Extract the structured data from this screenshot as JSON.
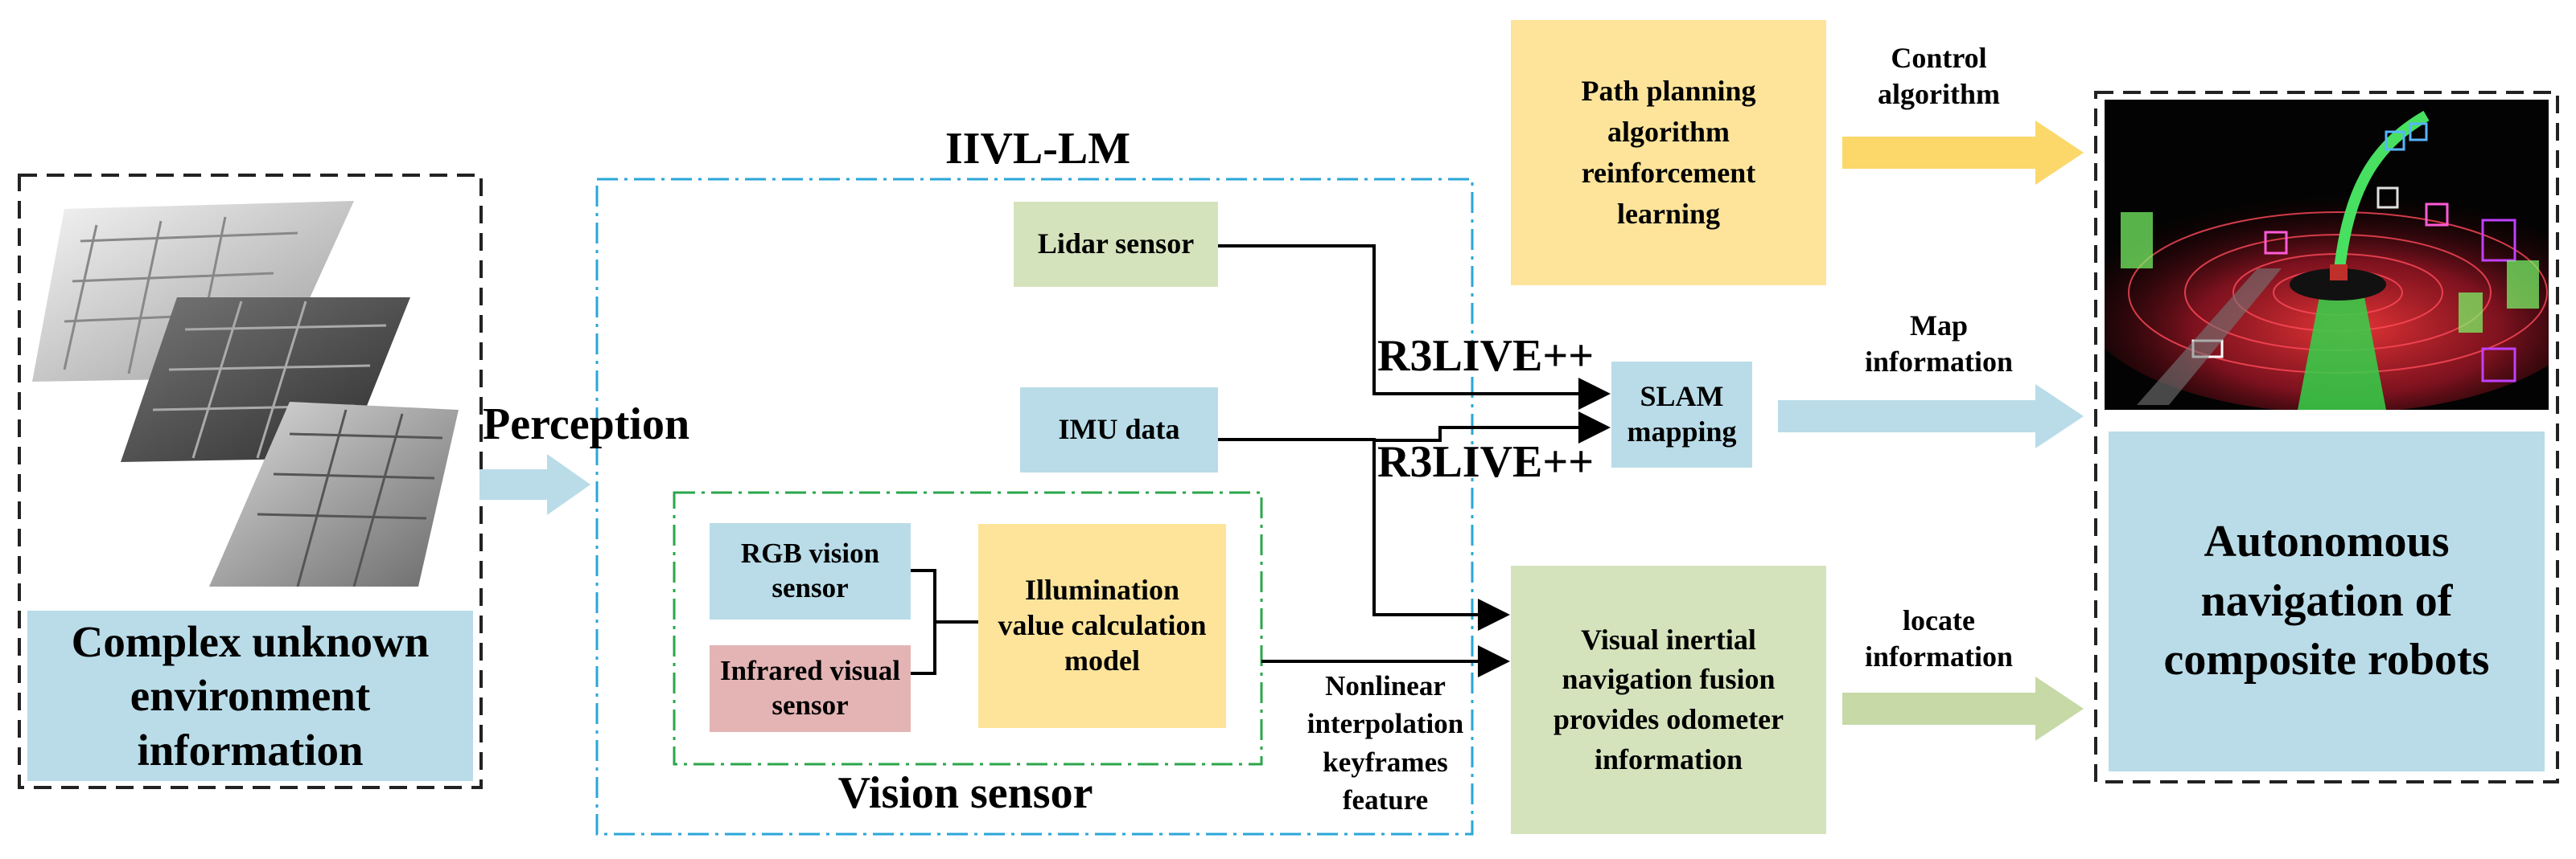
{
  "colors": {
    "blue_box": "#b9dce8",
    "green_box": "#d5e3bd",
    "yellow_box": "#fde49a",
    "pink_box": "#e4b4b4",
    "light_blue_arrow": "#b9dce8",
    "yellow_arrow": "#fcd76a",
    "green_arrow": "#c6d9a6",
    "cyan_dash": "#2aa6d8",
    "green_dash": "#2aa64a"
  },
  "left_panel": {
    "caption": "Complex unknown environment information",
    "image_icon": "factory-photo-collage"
  },
  "perception_label": "Perception",
  "iivl": {
    "title": "IIVL-LM",
    "lidar": "Lidar sensor",
    "imu": "IMU data",
    "vision_group": {
      "title": "Vision sensor",
      "rgb": "RGB vision sensor",
      "infrared": "Infrared visual sensor",
      "illumination": "Illumination value calculation model"
    }
  },
  "edge_labels": {
    "r3live_top": "R3LIVE++",
    "r3live_bottom": "R3LIVE++",
    "nonlinear": "Nonlinear interpolation keyframes feature"
  },
  "middle": {
    "path_planning": "Path planning algorithm reinforcement learning",
    "slam": "SLAM mapping",
    "visual_inertial": "Visual inertial navigation fusion provides odometer information"
  },
  "arrow_labels": {
    "control": "Control algorithm",
    "map": "Map information",
    "locate": "locate information"
  },
  "right_panel": {
    "caption": "Autonomous navigation of composite robots",
    "image_icon": "lidar-point-cloud-image"
  }
}
